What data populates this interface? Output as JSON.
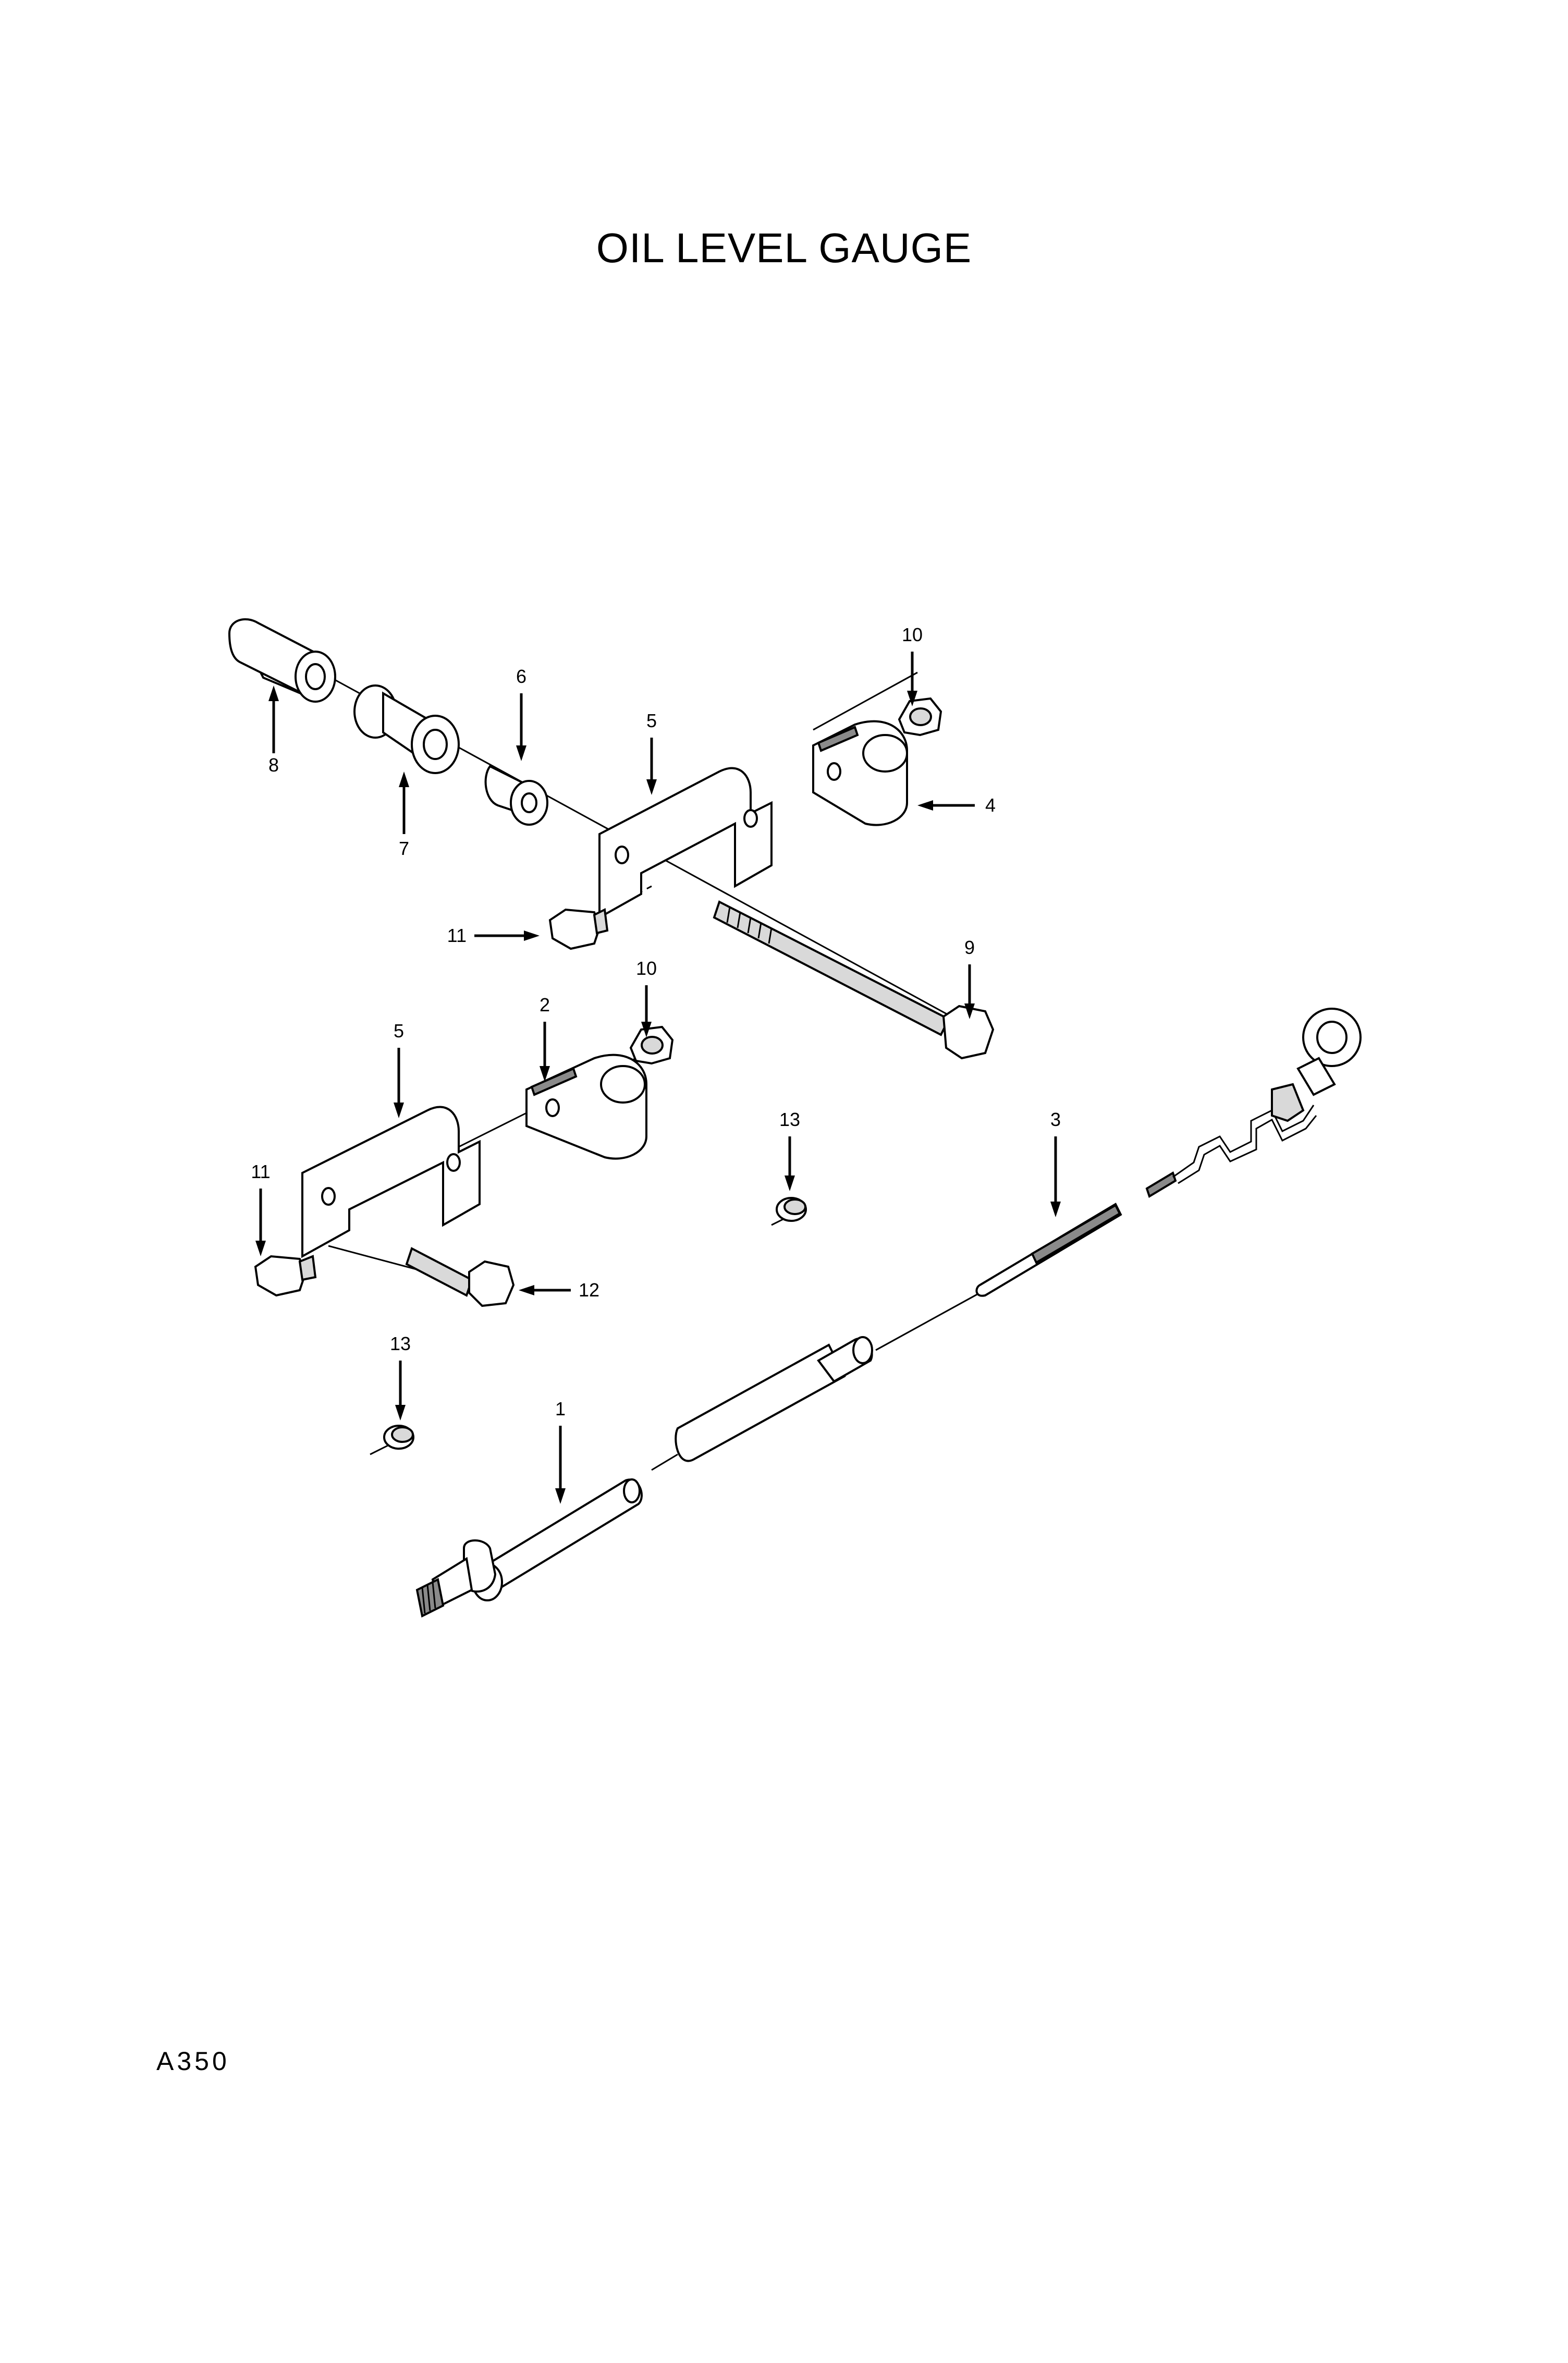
{
  "title": "OIL LEVEL GAUGE",
  "page_code": "A350",
  "callouts": {
    "c1": "1",
    "c2": "2",
    "c3": "3",
    "c4": "4",
    "c5a": "5",
    "c5b": "5",
    "c6": "6",
    "c7": "7",
    "c8": "8",
    "c9": "9",
    "c10a": "10",
    "c10b": "10",
    "c11a": "11",
    "c11b": "11",
    "c12": "12",
    "c13a": "13",
    "c13b": "13"
  }
}
